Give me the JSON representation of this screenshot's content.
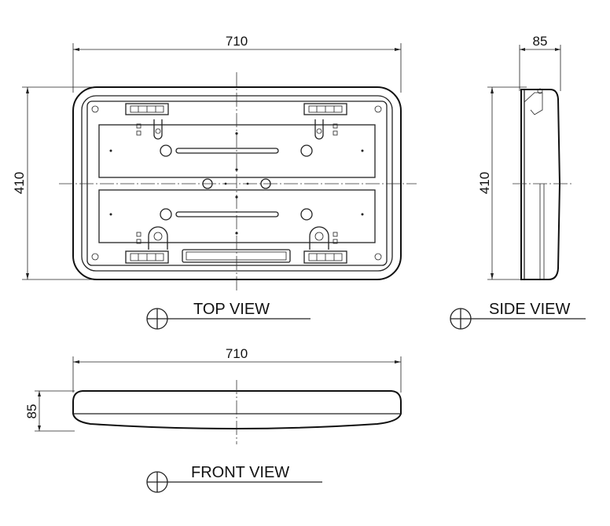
{
  "top_view": {
    "width_label": "710",
    "height_label": "410",
    "title": "TOP VIEW"
  },
  "side_view": {
    "depth_label": "85",
    "height_label": "410",
    "title": "SIDE VIEW"
  },
  "front_view": {
    "width_label": "710",
    "depth_label": "85",
    "title": "FRONT VIEW"
  }
}
